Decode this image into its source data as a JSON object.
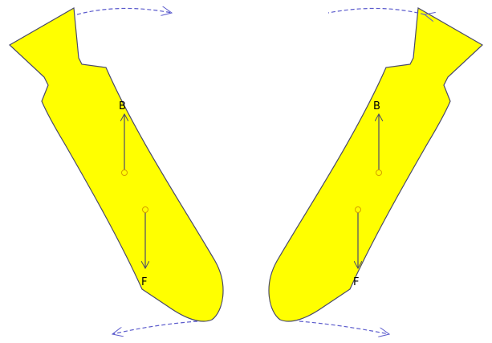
{
  "diagram": {
    "body_color": "#ffff00",
    "outline_color": "#4a4a6a",
    "vector_color": "#4a4a6a",
    "point_color": "#d4a000",
    "rotation_arrow_color": "#5a5acc",
    "left": {
      "buoyancy_label": "B",
      "weight_label": "F"
    },
    "right": {
      "buoyancy_label": "B",
      "weight_label": "F"
    }
  }
}
